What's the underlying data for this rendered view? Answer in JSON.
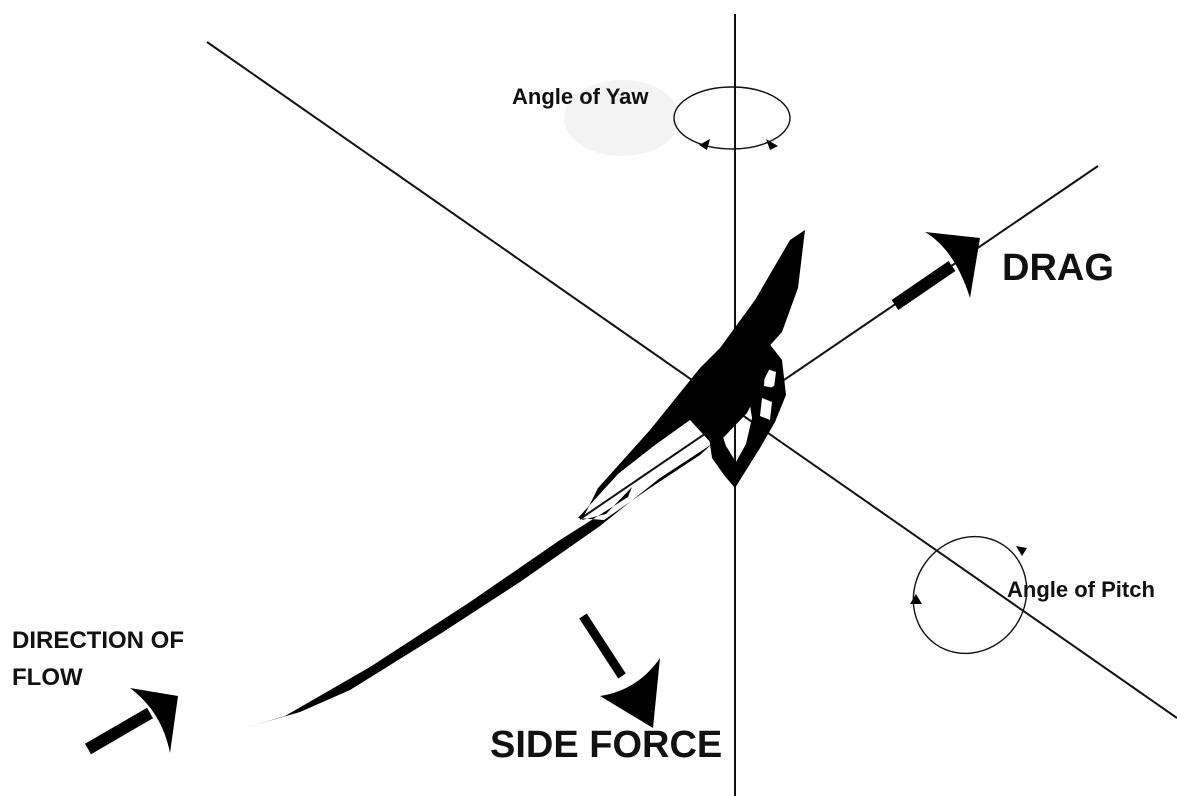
{
  "labels": {
    "yaw": "Angle of Yaw",
    "drag": "DRAG",
    "pitch": "Angle of Pitch",
    "direction_line1": "DIRECTION OF",
    "direction_line2": "FLOW",
    "side_force": "SIDE FORCE"
  },
  "colors": {
    "ink": "#111111",
    "background": "#ffffff",
    "haze": "#f3f3f3"
  }
}
